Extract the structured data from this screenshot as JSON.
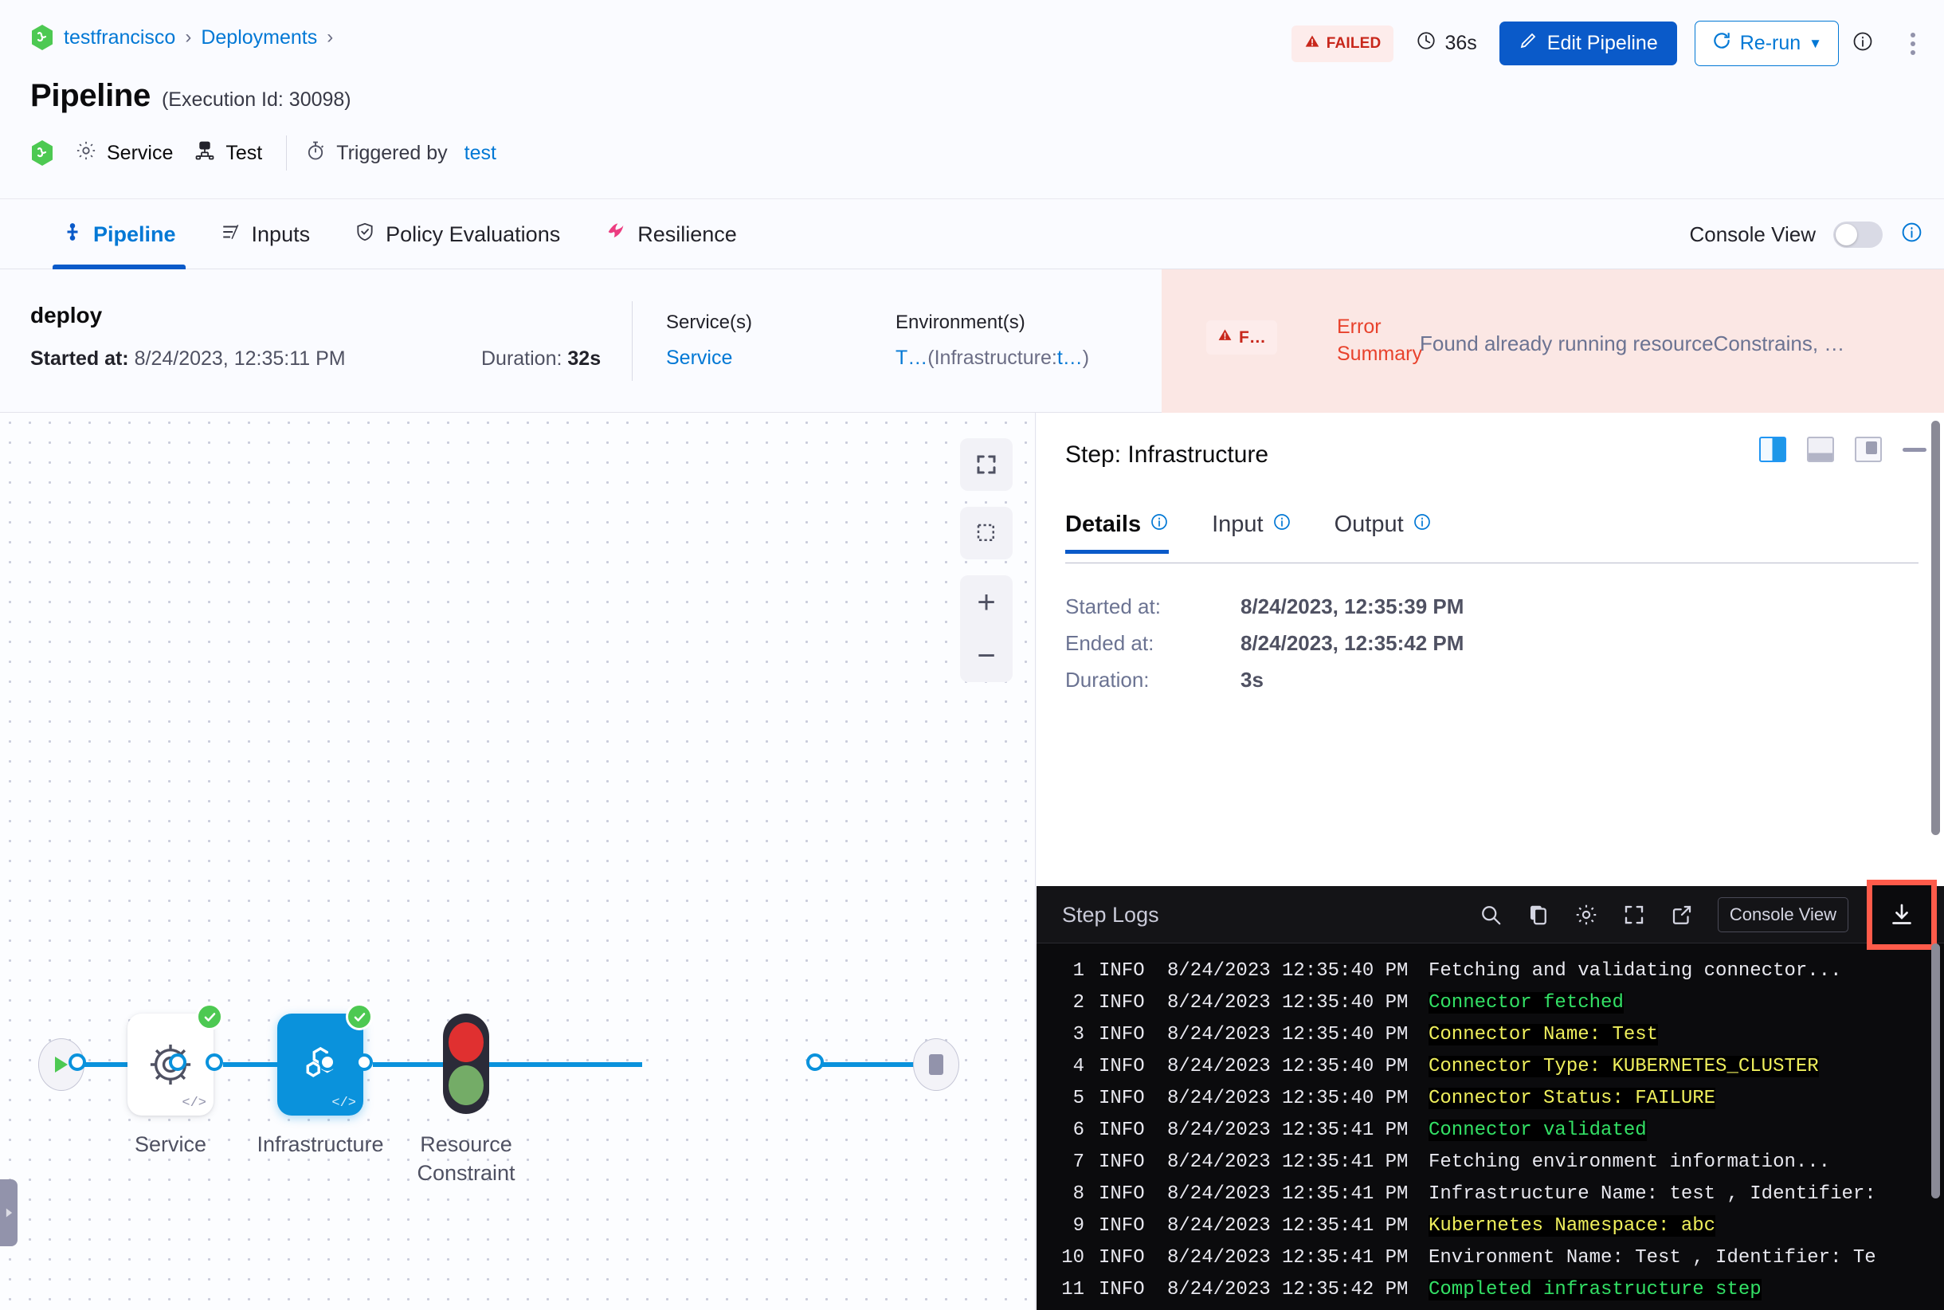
{
  "header": {
    "breadcrumb": [
      {
        "label": "testfrancisco",
        "icon": "harness-logo-icon"
      },
      {
        "label": "Deployments"
      }
    ],
    "title": "Pipeline",
    "execution_id_text": "(Execution Id: 30098)",
    "meta": [
      {
        "icon": "gear-icon",
        "label": "Service"
      },
      {
        "icon": "infrastructure-icon",
        "label": "Test"
      }
    ],
    "trigger_label": "Triggered by",
    "trigger_user": "test",
    "status_badge": "FAILED",
    "duration": "36s",
    "edit_button": "Edit Pipeline",
    "rerun_button": "Re-run"
  },
  "tabs": {
    "items": [
      {
        "label": "Pipeline",
        "icon": "pipeline-icon",
        "active": true
      },
      {
        "label": "Inputs",
        "icon": "inputs-icon",
        "active": false
      },
      {
        "label": "Policy Evaluations",
        "icon": "shield-check-icon",
        "active": false
      },
      {
        "label": "Resilience",
        "icon": "resilience-icon",
        "active": false
      }
    ],
    "console_view_label": "Console View",
    "console_view_on": false
  },
  "stage": {
    "name": "deploy",
    "started_label": "Started at:",
    "started_value": "8/24/2023, 12:35:11 PM",
    "duration_label": "Duration:",
    "duration_value": "32s",
    "services_header": "Service(s)",
    "services_value": "Service",
    "environments_header": "Environment(s)",
    "environments_value": "T…",
    "environments_suffix_open": "(Infrastructure:",
    "environments_suffix_link": "t…",
    "environments_suffix_close": ")",
    "error_chip": "F…",
    "error_label": "Error Summary",
    "error_text": "Found already running resourceConstrains, …"
  },
  "graph": {
    "nodes": [
      {
        "label": "Service",
        "type": "service",
        "status": "success"
      },
      {
        "label": "Infrastructure",
        "type": "infrastructure",
        "status": "success",
        "selected": true
      },
      {
        "label": "Resource Constraint",
        "type": "resource-constraint",
        "status": "none"
      }
    ],
    "tools": [
      {
        "name": "fit-to-screen-icon"
      },
      {
        "name": "select-area-icon"
      },
      {
        "name": "zoom-in-icon",
        "label": "+"
      },
      {
        "name": "zoom-out-icon",
        "label": "−"
      }
    ]
  },
  "step_panel": {
    "title": "Step: Infrastructure",
    "tabs": [
      {
        "label": "Details",
        "active": true
      },
      {
        "label": "Input",
        "active": false
      },
      {
        "label": "Output",
        "active": false
      }
    ],
    "details": [
      {
        "key": "Started at:",
        "value": "8/24/2023, 12:35:39 PM"
      },
      {
        "key": "Ended at:",
        "value": "8/24/2023, 12:35:42 PM"
      },
      {
        "key": "Duration:",
        "value": "3s"
      }
    ],
    "view_modes": [
      "split-right-view-icon",
      "bottom-view-icon",
      "side-view-icon",
      "minimize-icon"
    ]
  },
  "logs": {
    "title": "Step Logs",
    "toolbar": [
      {
        "name": "search-icon"
      },
      {
        "name": "copy-icon"
      },
      {
        "name": "gear-icon"
      },
      {
        "name": "fullscreen-icon"
      },
      {
        "name": "open-external-icon"
      }
    ],
    "console_view_button": "Console View",
    "download_button": "download-icon",
    "download_highlight_color": "#ff5b4a",
    "lines": [
      {
        "n": "1",
        "level": "INFO",
        "time": "8/24/2023 12:35:40 PM",
        "msg": "Fetching and validating connector...",
        "color": "white"
      },
      {
        "n": "2",
        "level": "INFO",
        "time": "8/24/2023 12:35:40 PM",
        "msg": "Connector fetched",
        "color": "green"
      },
      {
        "n": "3",
        "level": "INFO",
        "time": "8/24/2023 12:35:40 PM",
        "msg": "Connector Name: Test",
        "color": "yellow"
      },
      {
        "n": "4",
        "level": "INFO",
        "time": "8/24/2023 12:35:40 PM",
        "msg": "Connector Type: KUBERNETES_CLUSTER",
        "color": "yellow"
      },
      {
        "n": "5",
        "level": "INFO",
        "time": "8/24/2023 12:35:40 PM",
        "msg": "Connector Status: FAILURE",
        "color": "yellow"
      },
      {
        "n": "6",
        "level": "INFO",
        "time": "8/24/2023 12:35:41 PM",
        "msg": "Connector validated",
        "color": "green"
      },
      {
        "n": "7",
        "level": "INFO",
        "time": "8/24/2023 12:35:41 PM",
        "msg": "Fetching environment information...",
        "color": "white"
      },
      {
        "n": "8",
        "level": "INFO",
        "time": "8/24/2023 12:35:41 PM",
        "msg": "Infrastructure Name: test , Identifier:",
        "color": "white"
      },
      {
        "n": "9",
        "level": "INFO",
        "time": "8/24/2023 12:35:41 PM",
        "msg": "Kubernetes Namespace: abc",
        "color": "yellow"
      },
      {
        "n": "10",
        "level": "INFO",
        "time": "8/24/2023 12:35:41 PM",
        "msg": "Environment Name: Test , Identifier: Te",
        "color": "white"
      },
      {
        "n": "11",
        "level": "INFO",
        "time": "8/24/2023 12:35:42 PM",
        "msg": "Completed infrastructure step",
        "color": "green"
      }
    ]
  },
  "colors": {
    "accent": "#0278d5",
    "primary_button": "#0a5ac9",
    "failed": "#c8271b",
    "success": "#4dc952",
    "node_blue": "#0a92dc"
  }
}
